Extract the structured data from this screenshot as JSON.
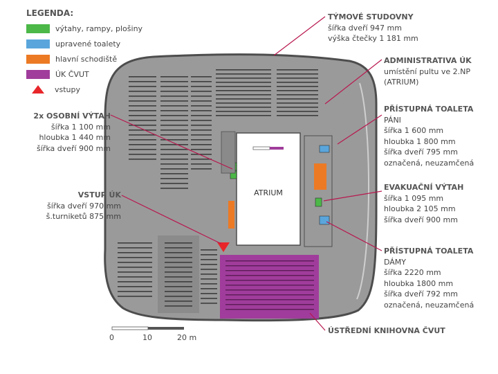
{
  "legend": {
    "title": "LEGENDA:",
    "items": [
      {
        "label": "výtahy, rampy, plošiny",
        "color": "#4cb848",
        "icon": "swatch"
      },
      {
        "label": "upravené toalety",
        "color": "#5aa6dc",
        "icon": "swatch"
      },
      {
        "label": "hlavní schodiště",
        "color": "#ec7a24",
        "icon": "swatch"
      },
      {
        "label": "ÚK ČVUT",
        "color": "#a03c9b",
        "icon": "swatch"
      },
      {
        "label": "vstupy",
        "color": "#e8262a",
        "icon": "triangle"
      }
    ]
  },
  "callouts": {
    "tymove": {
      "title": "TÝMOVÉ STUDOVNY",
      "lines": [
        "šířka dveří 947 mm",
        "výška čtečky 1 181 mm"
      ]
    },
    "admin": {
      "title": "ADMINISTRATIVA ÚK",
      "lines": [
        "umístění pultu ve 2.NP",
        "(ATRIUM)"
      ]
    },
    "toaleta_pani": {
      "title": "PŘÍSTUPNÁ TOALETA",
      "lines": [
        "PÁNI",
        "šířka 1 600 mm",
        "hloubka 1 800 mm",
        "šířka dveří 795 mm",
        "označená, neuzamčená"
      ]
    },
    "osobni_vytah": {
      "title": "2x OSOBNÍ VÝTAH",
      "lines": [
        "šířka 1 100 mm",
        "hloubka 1 440 mm",
        "šířka dveří 900 mm"
      ]
    },
    "evakuacni": {
      "title": "EVAKUAČNÍ VÝTAH",
      "lines": [
        "šířka 1 095 mm",
        "hloubka 2 105 mm",
        "šířka dveří 900 mm"
      ]
    },
    "vstup": {
      "title": "VSTUP ÚK",
      "lines": [
        "šířka dveří 970 mm",
        "š.turniketů 875 mm"
      ]
    },
    "toaleta_damy": {
      "title": "PŘÍSTUPNÁ TOALETA",
      "lines": [
        "DÁMY",
        "šířka 2220 mm",
        "hloubka 1800 mm",
        "šířka dveří 792 mm",
        "označená, neuzamčená"
      ]
    },
    "ustredni": {
      "title": "ÚSTŘEDNÍ KNIHOVNA ČVUT",
      "lines": []
    }
  },
  "atrium_label": "ATRIUM",
  "scale": {
    "labels": [
      "0",
      "10",
      "20 m"
    ]
  },
  "colors": {
    "floor": "#9a9a9a",
    "outline": "#4d4d4d",
    "callout_line": "#b8174f",
    "furniture": "#3d3d3d"
  }
}
